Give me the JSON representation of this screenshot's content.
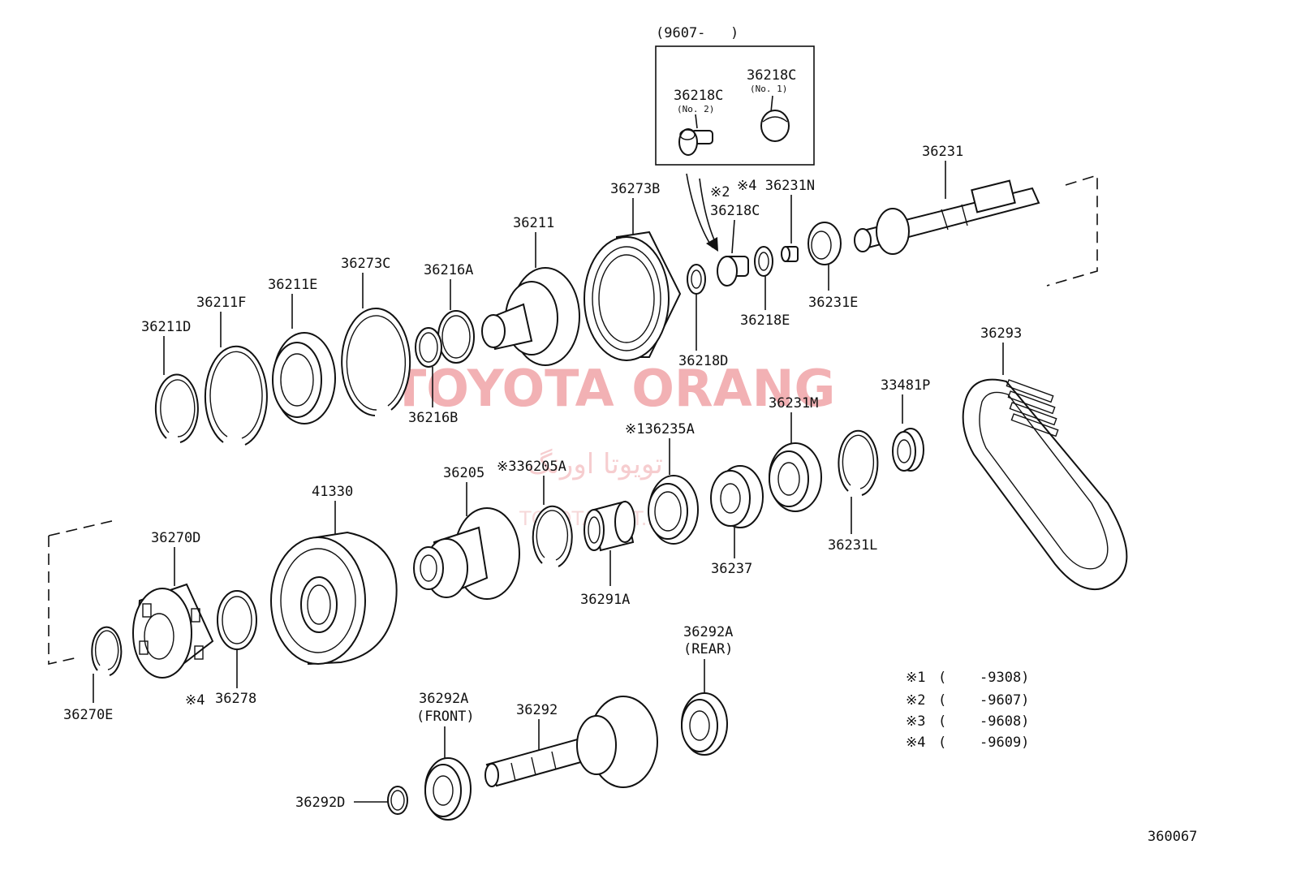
{
  "inset": {
    "caption_open": "(9607-",
    "caption_close": ")",
    "part_a": "36218C",
    "part_a_sub": "(No. 2)",
    "part_b": "36218C",
    "part_b_sub": "(No. 1)"
  },
  "labels": {
    "p36231": "36231",
    "p36231N": "※4 36231N",
    "p36218C_2": "※2",
    "p36218C": "36218C",
    "p36273B": "36273B",
    "p36211": "36211",
    "p36273C": "36273C",
    "p36216A": "36216A",
    "p36211E": "36211E",
    "p36211F": "36211F",
    "p36211D": "36211D",
    "p36216B": "36216B",
    "p36218D": "36218D",
    "p36218E": "36218E",
    "p36231E": "36231E",
    "p36293": "36293",
    "p33481P": "33481P",
    "p36231M": "36231M",
    "p36235A": "※136235A",
    "p36205A": "※336205A",
    "p36205": "36205",
    "p41330": "41330",
    "p36270D": "36270D",
    "p36270E": "36270E",
    "p36278": "36278",
    "p36278_mark": "※4",
    "p36291A": "36291A",
    "p36237": "36237",
    "p36231L": "36231L",
    "p36292A_rear": "36292A",
    "p36292A_rear_sub": "(REAR)",
    "p36292A_front": "36292A",
    "p36292A_front_sub": "(FRONT)",
    "p36292": "36292",
    "p36292D": "36292D"
  },
  "legend": [
    {
      "mark": "※1",
      "open": "(",
      "range": "-9308)"
    },
    {
      "mark": "※2",
      "open": "(",
      "range": "-9607)"
    },
    {
      "mark": "※3",
      "open": "(",
      "range": "-9608)"
    },
    {
      "mark": "※4",
      "open": "(",
      "range": "-9609)"
    }
  ],
  "diagram_number": "360067",
  "watermark": {
    "title": "TOYOTA ORANG",
    "persian": "تویوتا اورنگ",
    "site": "TOYOTAPART.IR"
  }
}
